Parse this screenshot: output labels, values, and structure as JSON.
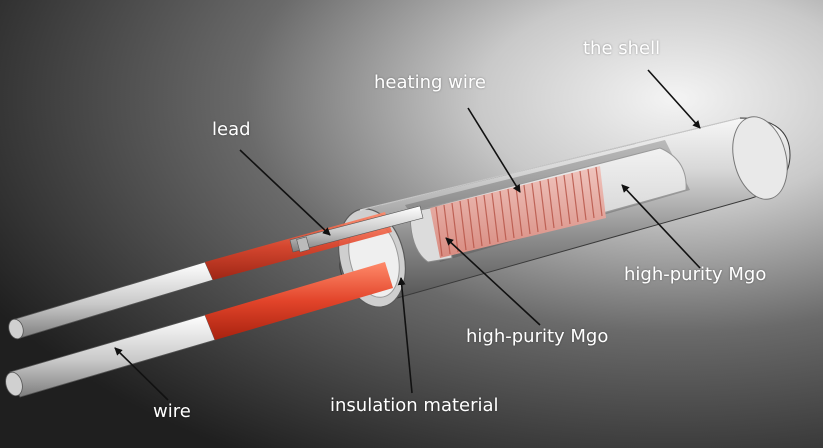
{
  "labels": {
    "the_shell": "the shell",
    "heating_wire": "heating wire",
    "lead": "lead",
    "mgo_right": "high-purity Mgo",
    "mgo_center": "high-purity Mgo",
    "insulation_material": "insulation material",
    "wire": "wire"
  }
}
